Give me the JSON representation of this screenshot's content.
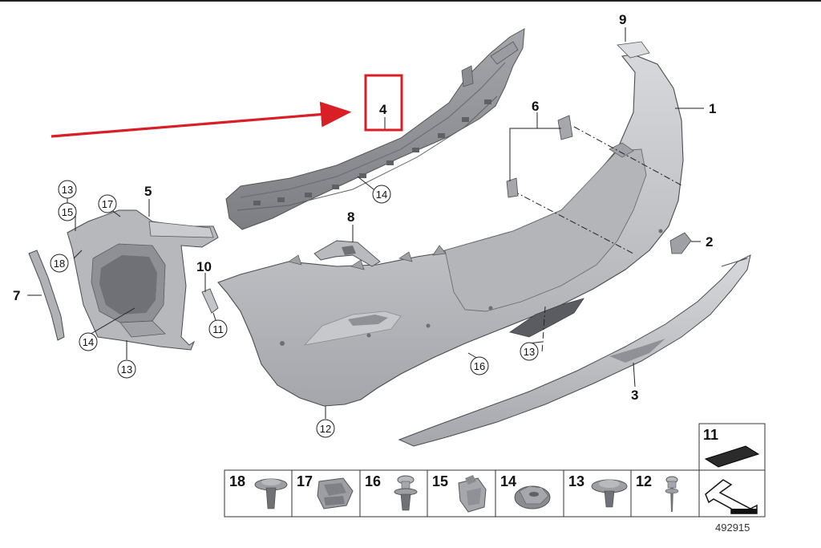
{
  "diagram": {
    "reference_number": "492915",
    "callouts_plain": [
      {
        "id": "1",
        "text": "1"
      },
      {
        "id": "2",
        "text": "2"
      },
      {
        "id": "3",
        "text": "3"
      },
      {
        "id": "4",
        "text": "4"
      },
      {
        "id": "5",
        "text": "5"
      },
      {
        "id": "6",
        "text": "6"
      },
      {
        "id": "7",
        "text": "7"
      },
      {
        "id": "8",
        "text": "8"
      },
      {
        "id": "9",
        "text": "9"
      },
      {
        "id": "10",
        "text": "10"
      }
    ],
    "callouts_circled": [
      {
        "id": "11",
        "text": "11"
      },
      {
        "id": "12",
        "text": "12"
      },
      {
        "id": "13a",
        "text": "13"
      },
      {
        "id": "13b",
        "text": "13"
      },
      {
        "id": "13c",
        "text": "13"
      },
      {
        "id": "14a",
        "text": "14"
      },
      {
        "id": "14b",
        "text": "14"
      },
      {
        "id": "15",
        "text": "15"
      },
      {
        "id": "16",
        "text": "16"
      },
      {
        "id": "17",
        "text": "17"
      },
      {
        "id": "18",
        "text": "18"
      }
    ],
    "fastener_table": [
      {
        "number": "18",
        "icon": "expanding-rivet-icon"
      },
      {
        "number": "17",
        "icon": "spring-nut-icon"
      },
      {
        "number": "16",
        "icon": "push-clip-icon"
      },
      {
        "number": "15",
        "icon": "clip-nut-icon"
      },
      {
        "number": "14",
        "icon": "hex-nut-icon"
      },
      {
        "number": "13",
        "icon": "flange-nut-icon"
      },
      {
        "number": "12",
        "icon": "screw-icon"
      }
    ],
    "extra_cells": [
      {
        "number": "11",
        "icon": "foam-pad-icon"
      },
      {
        "number": "",
        "icon": "pointer-arrow-icon"
      }
    ],
    "highlight_color": "#d81f26",
    "part_color": "#bcbec2"
  }
}
